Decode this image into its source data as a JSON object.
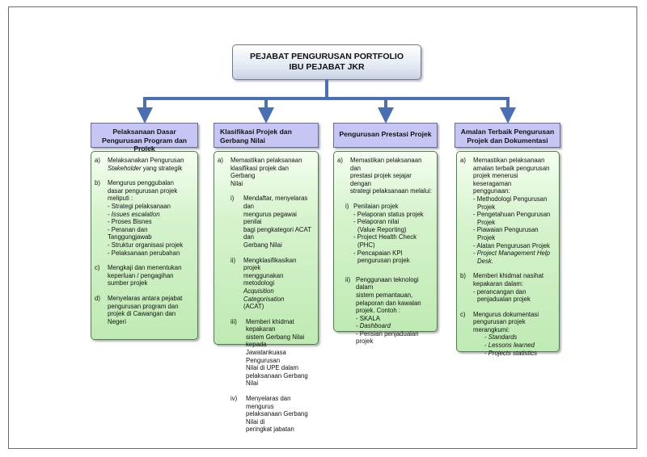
{
  "title": {
    "line1": "PEJABAT PENGURUSAN PORTFOLIO",
    "line2": "IBU PEJABAT JKR"
  },
  "colors": {
    "connector": "#4a6fb5",
    "header_fill": "#c6c6f5",
    "box_fill": "#c9efbf",
    "box_border": "#4f7f4f"
  },
  "columns": [
    {
      "header": "Pelaksanaan Dasar Pengurusan Program dan Projek",
      "a": {
        "m": "a)",
        "l1": "Melaksanakan Pengurusan",
        "l2i": "Stakeholder",
        "l2": " yang strategik"
      },
      "b": {
        "m": "b)",
        "l1": "Mengurus penggubalan",
        "l2": "dasar pengurusan projek",
        "l3": "meliputi :",
        "s1": "- Strategi pelaksanaan",
        "s2": "- Issues escalation",
        "s3": "- Proses Bisnes",
        "s4": "- Peranan dan Tanggungjawab",
        "s5": "- Struktur organisasi projek",
        "s6": "- Pelaksanaan perubahan"
      },
      "c": {
        "m": "c)",
        "l1": "Mengkaji dan menentukan",
        "l2": "keperluan / pengagihan",
        "l3": "sumber projek"
      },
      "d": {
        "m": "d)",
        "l1": "Menyelaras antara pejabat",
        "l2": "pengurusan program dan",
        "l3": "projek di Cawangan dan",
        "l4": "Negeri"
      }
    },
    {
      "header": "Klasifikasi Projek dan Gerbang Nilai",
      "a": {
        "m": "a)",
        "l1": "Memastikan pelaksanaan",
        "l2": "klasifikasi projek dan Gerbang",
        "l3": "Nilai"
      },
      "i": {
        "m": "i)",
        "l1": "Mendaftar, menyelaras dan",
        "l2": "mengurus pegawai penilai",
        "l3": "bagi pengkategori ACAT dan",
        "l4": "Gerbang Nilai"
      },
      "ii": {
        "m": "ii)",
        "l1": "Mengklasifikasikan projek",
        "l2": "menggunakan metodologi",
        "l3": "Acquisition Categorisation",
        "l4": "(ACAT)"
      },
      "iii": {
        "m": "iii)",
        "l1": "Memberi khidmat kepakaran",
        "l2": "sistem Gerbang Nilai kepada",
        "l3": "Jawatankuasa Pengurusan",
        "l4": "Nilai di UPE  dalam",
        "l5": "pelaksanaan Gerbang Nilai"
      },
      "iv": {
        "m": "iv)",
        "l1": "Menyelaras dan mengurus",
        "l2": "pelaksanaan Gerbang Nilai di",
        "l3": "peringkat jabatan"
      }
    },
    {
      "header": "Pengurusan Prestasi Projek",
      "a": {
        "m": "a)",
        "l1": "Memastikan pelaksanaan dan",
        "l2": "prestasi projek sejajar dengan",
        "l3": "strategi pelaksanaan melalui:"
      },
      "i": {
        "m": "i)",
        "l1": "Penilaian projek",
        "s1": "- Pelaporan status projek",
        "s2": "- Pelaporan nilai",
        "s3": "(Value Reporting)",
        "s4": "- Project Health Check",
        "s5": "(PHC)",
        "s6": "- Pencapaian KPI",
        "s7": "pengurusan projek"
      },
      "ii": {
        "m": "ii)",
        "l1": "Penggunaan teknologi  dalam",
        "l2": "sistem pemantauan,",
        "l3": "pelaporan dan kawalan",
        "l4": "projek. Contoh :",
        "s1": "- SKALA",
        "s2": "- Dashboard",
        "s3": "- Perisian penjadualan projek"
      }
    },
    {
      "header": "Amalan Terbaik Pengurusan Projek dan Dokumentasi",
      "a": {
        "m": "a)",
        "l1": "Memastikan pelaksanaan",
        "l2": "amalan terbaik pengurusan",
        "l3": "projek menerusi keseragaman",
        "l4": "penggunaan:",
        "s1": "- Methodologi Pengurusan",
        "s2": "Projek",
        "s3": "- Pengetahuan Pengurusan",
        "s4": "Projek",
        "s5": "- Piawaian Pengurusan",
        "s6": "Projek",
        "s7": "- Alatan Pengurusan Projek",
        "s8": "- Project Management Help",
        "s9": "Desk."
      },
      "b": {
        "m": "b)",
        "l1": "Memberi khidmat nasihat",
        "l2": "kepakaran dalam:",
        "s1": "- perancangan dan",
        "s2": "penjadualan projek"
      },
      "c": {
        "m": "c)",
        "l1": "Mengurus dokumentasi",
        "l2": "pengurusan projek",
        "l3": "merangkumi:",
        "s1": "- Standards",
        "s2": "- Lessons learned",
        "s3": "- Projects statistics"
      }
    }
  ]
}
